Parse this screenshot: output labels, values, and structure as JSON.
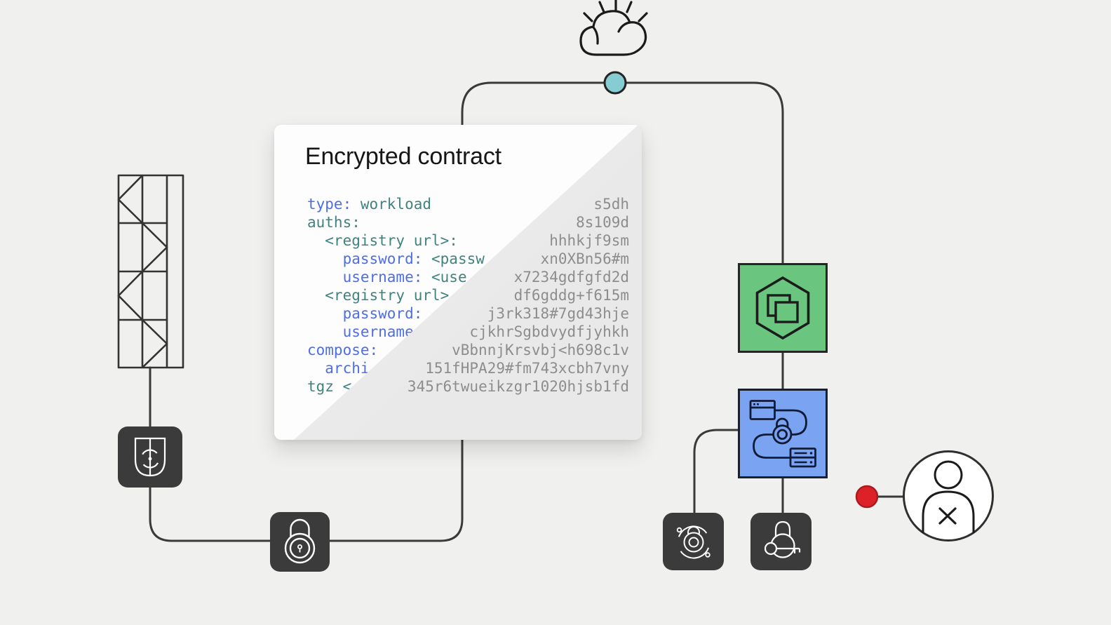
{
  "card": {
    "title": "Encrypted contract",
    "code_lines": [
      {
        "segments": [
          {
            "text": "type: ",
            "style": "key"
          },
          {
            "text": "workload",
            "style": "val"
          }
        ],
        "cipher": "s5dh"
      },
      {
        "segments": [
          {
            "text": "auths:",
            "style": "val"
          }
        ],
        "cipher": "8s109d"
      },
      {
        "segments": [
          {
            "text": "  <registry url>:",
            "style": "val"
          }
        ],
        "cipher": "hhhkjf9sm"
      },
      {
        "segments": [
          {
            "text": "    password: ",
            "style": "key"
          },
          {
            "text": "<passw",
            "style": "val"
          }
        ],
        "cipher": "xn0XBn56#m"
      },
      {
        "segments": [
          {
            "text": "    username: ",
            "style": "key"
          },
          {
            "text": "<use",
            "style": "val"
          }
        ],
        "cipher": "x7234gdfgfd2d"
      },
      {
        "segments": [
          {
            "text": "  <registry url>",
            "style": "val"
          }
        ],
        "cipher": "df6gddg+f615m"
      },
      {
        "segments": [
          {
            "text": "    password:",
            "style": "key"
          }
        ],
        "cipher": "j3rk318#7gd43hje"
      },
      {
        "segments": [
          {
            "text": "    username:",
            "style": "key"
          }
        ],
        "cipher": "cjkhrSgbdvydfjyhkh"
      },
      {
        "segments": [
          {
            "text": "compose:",
            "style": "key"
          }
        ],
        "cipher": "vBbnnjKrsvbj<h698c1v"
      },
      {
        "segments": [
          {
            "text": "  archi",
            "style": "key"
          }
        ],
        "cipher": "151fHPA29#fm743xcbh7vny"
      },
      {
        "segments": [
          {
            "text": "tgz ",
            "style": "val"
          },
          {
            "text": "<",
            "style": "val"
          }
        ],
        "cipher": "345r6twueikzgr1020hjsb1fd"
      }
    ]
  },
  "nodes": {
    "cloud": {
      "icon": "cloud-icon"
    },
    "contract_node": {
      "icon": "node-dot-icon",
      "color": "#85ccd3"
    },
    "data_source": {
      "icon": "data-table-icon"
    },
    "security_shield": {
      "icon": "shield-icon",
      "color": "#3b3b3b"
    },
    "encryption_lock": {
      "icon": "padlock-icon",
      "color": "#3b3b3b"
    },
    "container": {
      "icon": "container-hexagon-icon",
      "color": "#6ac67f"
    },
    "secure_connection": {
      "icon": "secure-connection-icon",
      "color": "#7aa4f2"
    },
    "continuous_encryption": {
      "icon": "rotating-lock-icon",
      "color": "#3b3b3b"
    },
    "key_management": {
      "icon": "key-lock-icon",
      "color": "#3b3b3b"
    },
    "blocked_user": {
      "icon": "blocked-user-icon",
      "status_color": "#da1e28"
    }
  },
  "colors": {
    "background": "#f0f0ef",
    "connector": "#3a3a3a",
    "code_key": "#4d6ee8",
    "code_value": "#40837f",
    "code_cipher": "#8d8d8d",
    "encrypted_overlay": "#ebebeb",
    "teal_node": "#85ccd3",
    "red_node": "#da1e28",
    "green_square": "#6ac67f",
    "blue_square": "#7aa4f2",
    "dark_square": "#3b3b3b"
  }
}
